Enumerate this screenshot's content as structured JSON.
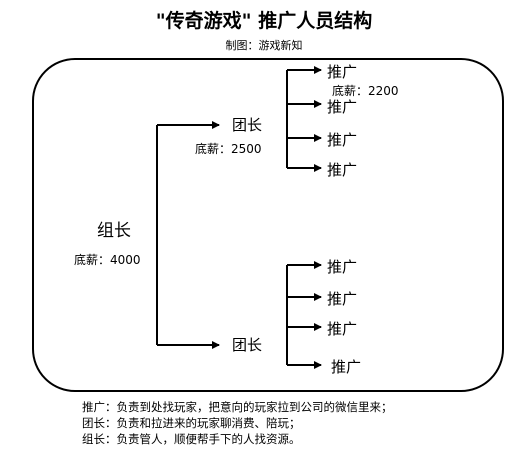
{
  "title": "\"传奇游戏\" 推广人员结构",
  "subtitle": "制图：游戏新知",
  "leader": {
    "label": "组长",
    "salary": "底薪：4000"
  },
  "teams": [
    {
      "label": "团长",
      "salary": "底薪：2500",
      "promoters": [
        {
          "label": "推广",
          "salary": "底薪：2200"
        },
        {
          "label": "推广"
        },
        {
          "label": "推广"
        },
        {
          "label": "推广"
        }
      ]
    },
    {
      "label": "团长",
      "promoters": [
        {
          "label": "推广"
        },
        {
          "label": "推广"
        },
        {
          "label": "推广"
        },
        {
          "label": "推广"
        }
      ]
    }
  ],
  "notes": [
    "推广：负责到处找玩家，把意向的玩家拉到公司的微信里来；",
    "团长：负责和拉进来的玩家聊消费、陪玩；",
    "组长：负责管人，顺便帮手下的人找资源。"
  ]
}
